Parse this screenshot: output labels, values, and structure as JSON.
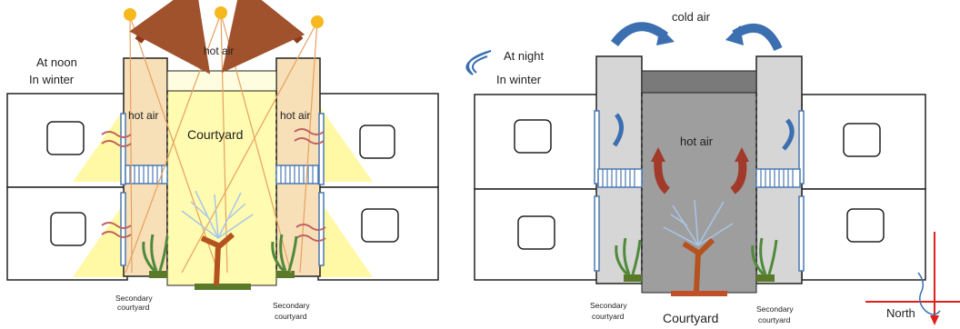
{
  "left_panel": {
    "time_label_line1": "At noon",
    "time_label_line2": "In winter",
    "hot_air_top": "hot air",
    "hot_air_left": "hot air",
    "hot_air_right": "hot air",
    "courtyard_label": "Courtyard",
    "secondary_left_line1": "Secondary",
    "secondary_left_line2": "courtyard",
    "secondary_right_line1": "Secondary",
    "secondary_right_line2": "courtyard"
  },
  "right_panel": {
    "cold_air_label": "cold air",
    "time_label_line1": "At night",
    "time_label_line2": "In winter",
    "hot_air_label": "hot air",
    "courtyard_label": "Courtyard",
    "secondary_left_line1": "Secondary",
    "secondary_left_line2": "courtyard",
    "secondary_right_line1": "Secondary",
    "secondary_right_line2": "courtyard",
    "north_label": "North"
  },
  "colors": {
    "sun": "#f5b81e",
    "sun_ray": "#e8a060",
    "hot_air_arrow": "#a0522d",
    "cold_air_arrow": "#3b6fb0",
    "courtyard_day": "#fffbb0",
    "courtyard_night": "#9e9e9e",
    "wall_day": "#f7dfb8",
    "wall_night": "#d6d6d6",
    "window_blue": "#4a78b0",
    "tree_trunk": "#b5531f",
    "tree_branch": "#a8c6e8",
    "plant_green": "#4f8a3a",
    "north_line": "#e0201a"
  }
}
